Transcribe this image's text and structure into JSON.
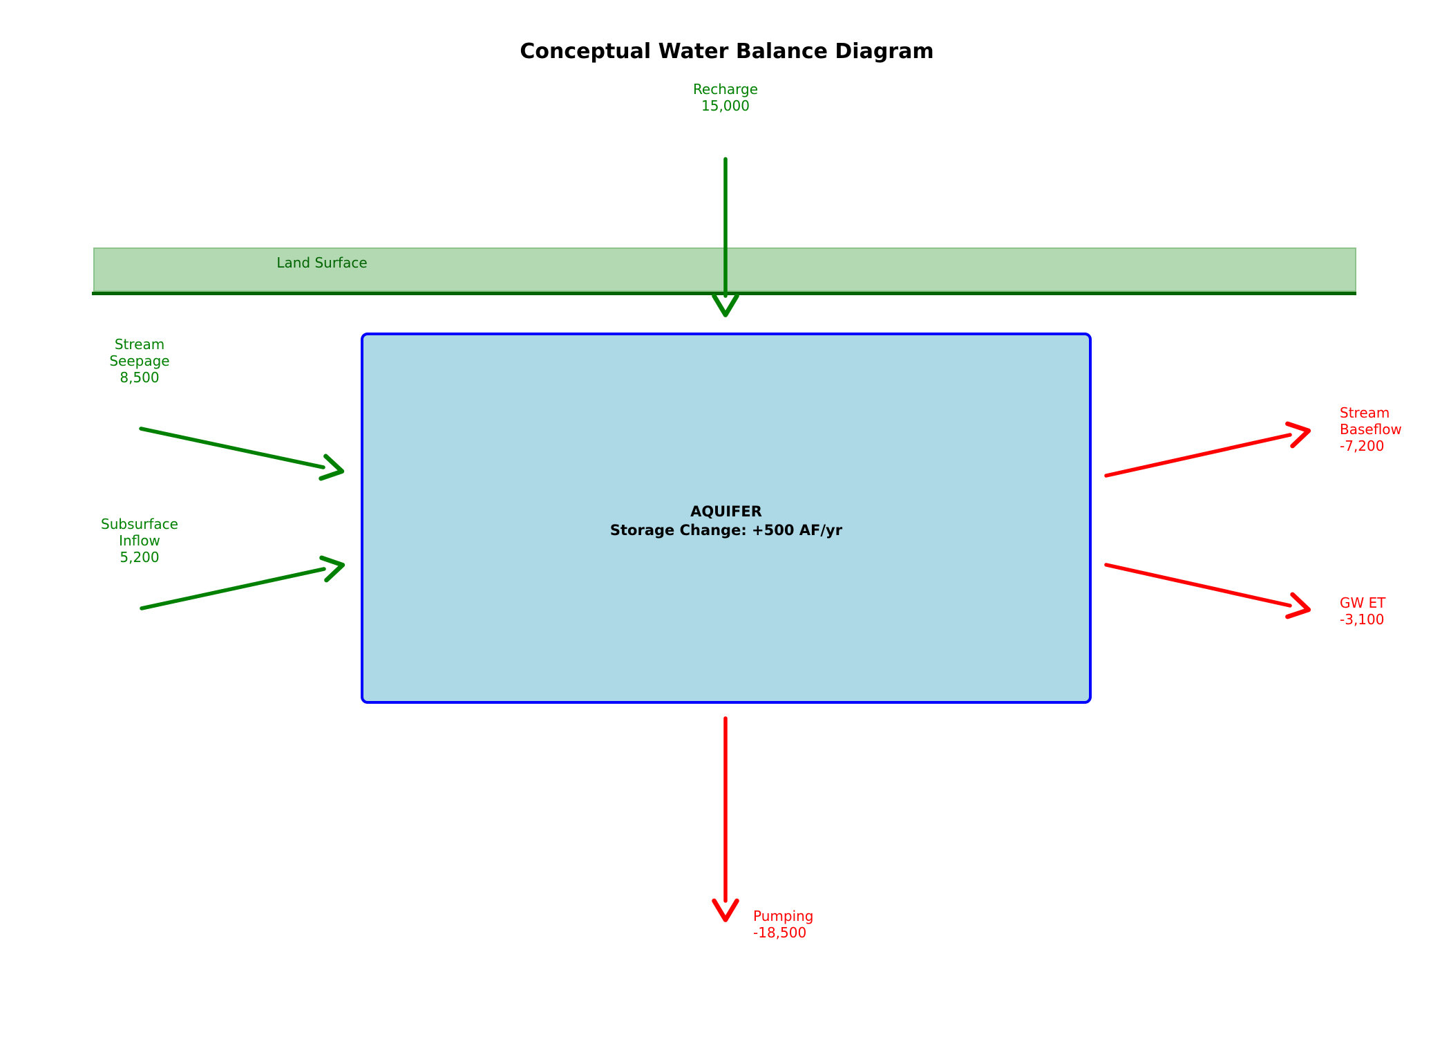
{
  "title": "Conceptual Water Balance Diagram",
  "colors": {
    "inflow_green": "#008000",
    "outflow_red": "#ff0000",
    "land_fill": "#b3d9b3",
    "land_border": "#8cc48c",
    "surface_line_darkgreen": "#006400",
    "land_text": "#006400",
    "aquifer_fill": "#add8e6",
    "aquifer_border": "#0000ff",
    "title_text": "#000000"
  },
  "land_surface": {
    "label": "Land Surface"
  },
  "aquifer": {
    "name": "AQUIFER",
    "storage": "Storage Change: +500 AF/yr"
  },
  "inflows": {
    "recharge": {
      "label": "Recharge",
      "value": "15,000"
    },
    "stream_seepage": {
      "l1": "Stream",
      "l2": "Seepage",
      "value": "8,500"
    },
    "subsurface_inflow": {
      "l1": "Subsurface",
      "l2": "Inflow",
      "value": "5,200"
    }
  },
  "outflows": {
    "stream_baseflow": {
      "l1": "Stream",
      "l2": "Baseflow",
      "value": "-7,200"
    },
    "gw_et": {
      "l1": "GW ET",
      "value": "-3,100"
    },
    "pumping": {
      "l1": "Pumping",
      "value": "-18,500"
    }
  }
}
